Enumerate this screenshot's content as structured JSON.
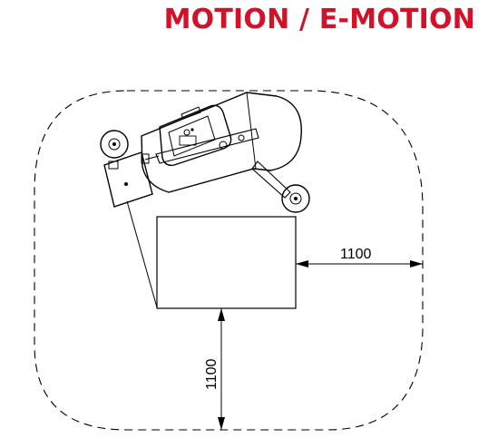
{
  "title": "MOTION / E-MOTION",
  "dimensions": {
    "horizontal": "1100",
    "vertical": "1100"
  },
  "colors": {
    "title": "#d3122a",
    "lines": "#000000",
    "background": "#ffffff"
  }
}
